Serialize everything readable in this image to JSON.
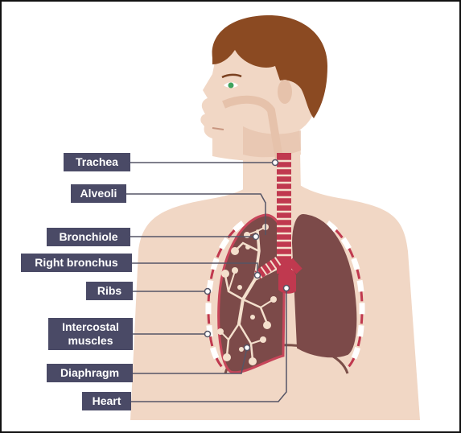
{
  "labels": {
    "trachea": "Trachea",
    "alveoli": "Alveoli",
    "bronchiole": "Bronchiole",
    "right_bronchus": "Right bronchus",
    "ribs": "Ribs",
    "intercostal_line1": "Intercostal",
    "intercostal_line2": "muscles",
    "diaphragm": "Diaphragm",
    "heart": "Heart"
  },
  "colors": {
    "skin": "#f1d7c5",
    "skin_shadow": "#e6c2ab",
    "hair": "#8b4a22",
    "lung": "#7c4a49",
    "lung_outline": "#c7465a",
    "airway": "#c0394f",
    "alveoli": "#f4e0cd",
    "label_bg": "#4a4a66",
    "leader_line": "#555566"
  }
}
